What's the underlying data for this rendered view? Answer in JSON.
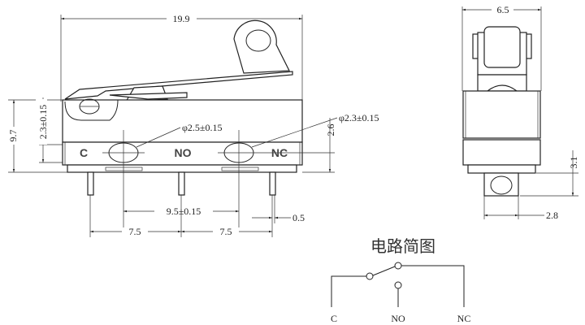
{
  "front_view": {
    "overall_length": "19.9",
    "height": "9.7",
    "hole_offset": "2.3±0.15",
    "hole_dia_c": "φ2.5±0.15",
    "hole_dia_nc": "φ2.3±0.15",
    "band_height": "2.6",
    "hole_pitch": "9.5±0.15",
    "pin_pitch_left": "7.5",
    "pin_pitch_right": "7.5",
    "pin_width": "0.5",
    "terminal_labels": {
      "c": "C",
      "no": "NO",
      "nc": "NC"
    }
  },
  "side_view": {
    "width": "6.5",
    "tab_height": "3.1",
    "tab_width": "2.8"
  },
  "circuit": {
    "title": "电路简图",
    "labels": {
      "c": "C",
      "no": "NO",
      "nc": "NC"
    }
  }
}
